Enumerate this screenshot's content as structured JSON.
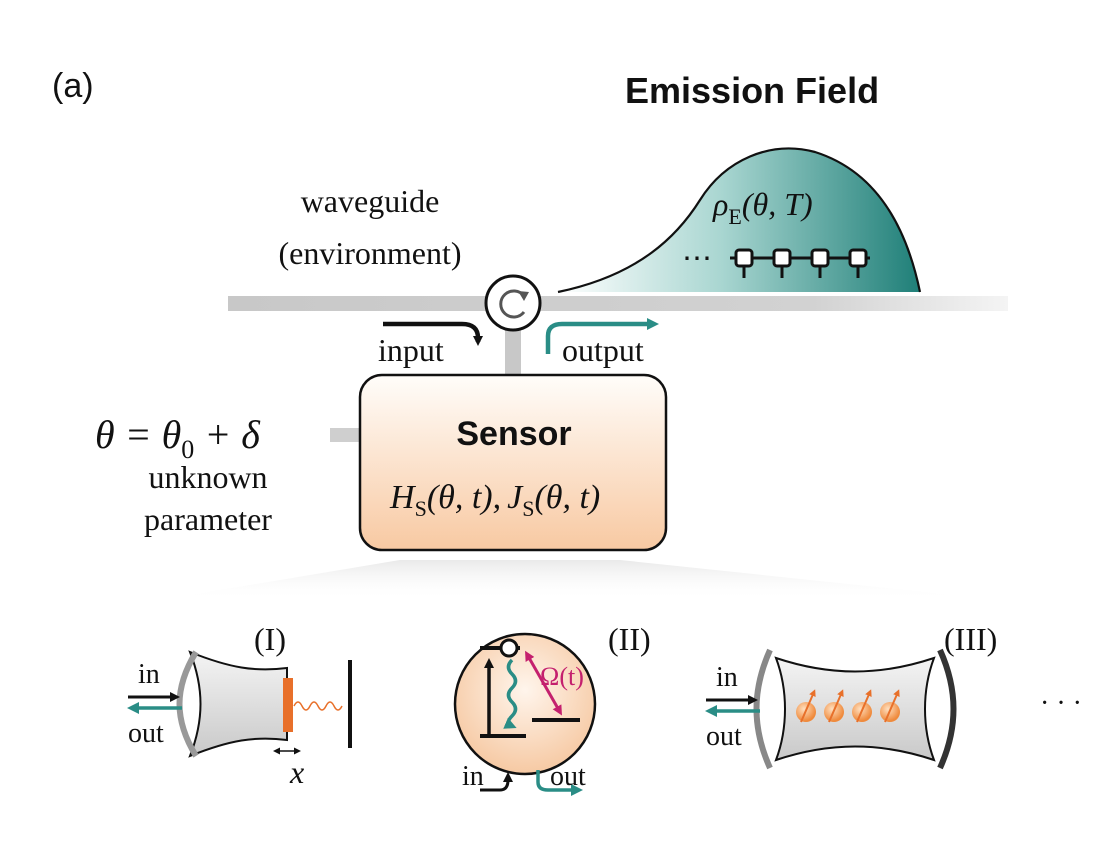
{
  "panel_label": "(a)",
  "emission": {
    "title": "Emission Field",
    "state_label": "ρ",
    "state_sub": "E",
    "state_args": "(θ, T)",
    "chain_dots": "⋯"
  },
  "waveguide": {
    "line1": "waveguide",
    "line2": "(environment)",
    "input_label": "input",
    "output_label": "output"
  },
  "parameter": {
    "equation_lhs": "θ = θ",
    "equation_sub": "0",
    "equation_rhs": " + δ",
    "line1": "unknown",
    "line2": "parameter"
  },
  "sensor": {
    "title": "Sensor",
    "h": "H",
    "h_sub": "S",
    "h_args": "(θ, t),",
    "j": "J",
    "j_sub": "S",
    "j_args": "(θ, t)"
  },
  "examples": {
    "optomech": {
      "label": "(I)",
      "in": "in",
      "out": "out",
      "x": "x"
    },
    "atom": {
      "label": "(II)",
      "rabi": "Ω(t)",
      "in": "in",
      "out": "out"
    },
    "ensemble": {
      "label": "(III)",
      "in": "in",
      "out": "out"
    },
    "ellipsis": "· · ·"
  },
  "colors": {
    "teal": "#2a8d86",
    "orange": "#e8702a",
    "magenta": "#c4206e",
    "sensor_fill": "#fbd9bd",
    "waveguide_gray": "#cccccc"
  }
}
